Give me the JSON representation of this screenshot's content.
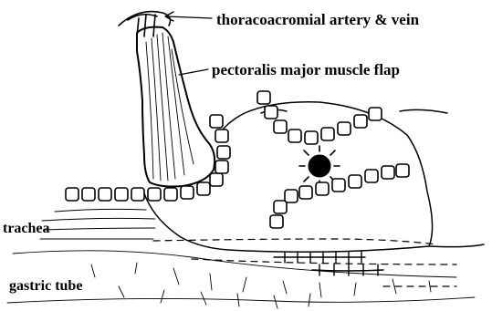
{
  "labels": {
    "vessels": "thoracoacromial  artery  &  vein",
    "flap": "pectoralis  major  muscle flap",
    "trachea": "trachea",
    "gastric_tube": "gastric tube"
  }
}
